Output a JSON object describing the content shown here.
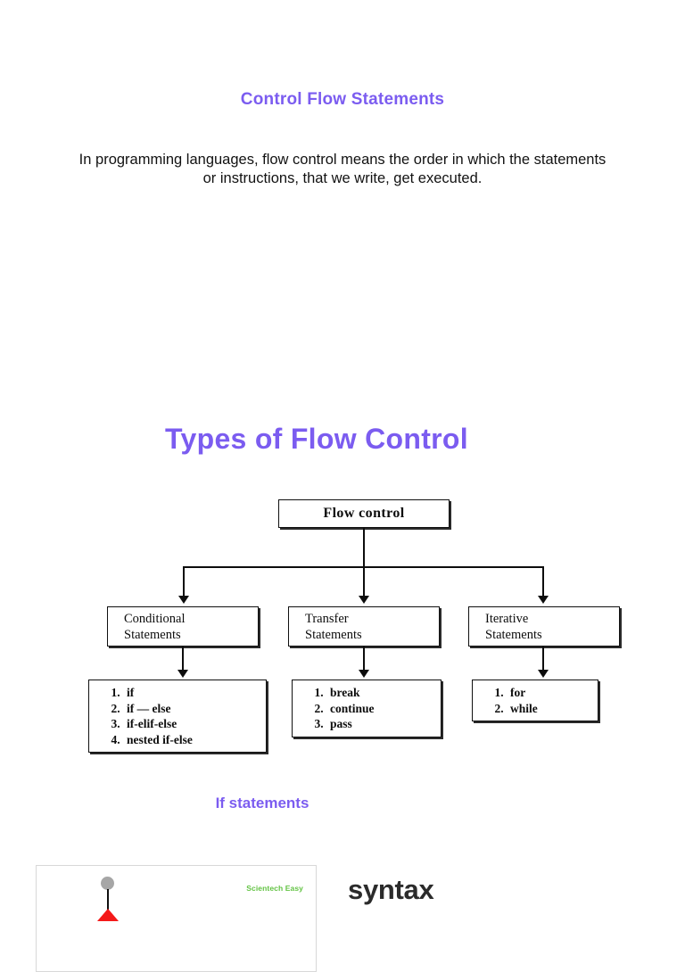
{
  "page": {
    "title": "Control Flow Statements",
    "intro": "In programming languages, flow control means the order in which the statements or instructions, that we write, get executed.",
    "section_heading": "Types of Flow Control",
    "sub_heading": "If statements",
    "syntax_label": "syntax"
  },
  "colors": {
    "heading_purple": "#7b5cf0",
    "body_text": "#121212",
    "diagram_stroke": "#0d0d0d",
    "watermark_green": "#63c344",
    "figure_marker_red": "#f41919",
    "figure_dot_gray": "#a6a6a6",
    "syntax_dark": "#2b2b2b"
  },
  "flowchart": {
    "root": "Flow control",
    "branches": [
      {
        "title_line1": "Conditional",
        "title_line2": "Statements",
        "items": [
          "if",
          "if — else",
          "if-elif-else",
          "nested if-else"
        ]
      },
      {
        "title_line1": "Transfer",
        "title_line2": "Statements",
        "items": [
          "break",
          "continue",
          "pass"
        ]
      },
      {
        "title_line1": "Iterative",
        "title_line2": "Statements",
        "items": [
          "for",
          "while"
        ]
      }
    ]
  },
  "figure": {
    "watermark": "Scientech Easy"
  }
}
